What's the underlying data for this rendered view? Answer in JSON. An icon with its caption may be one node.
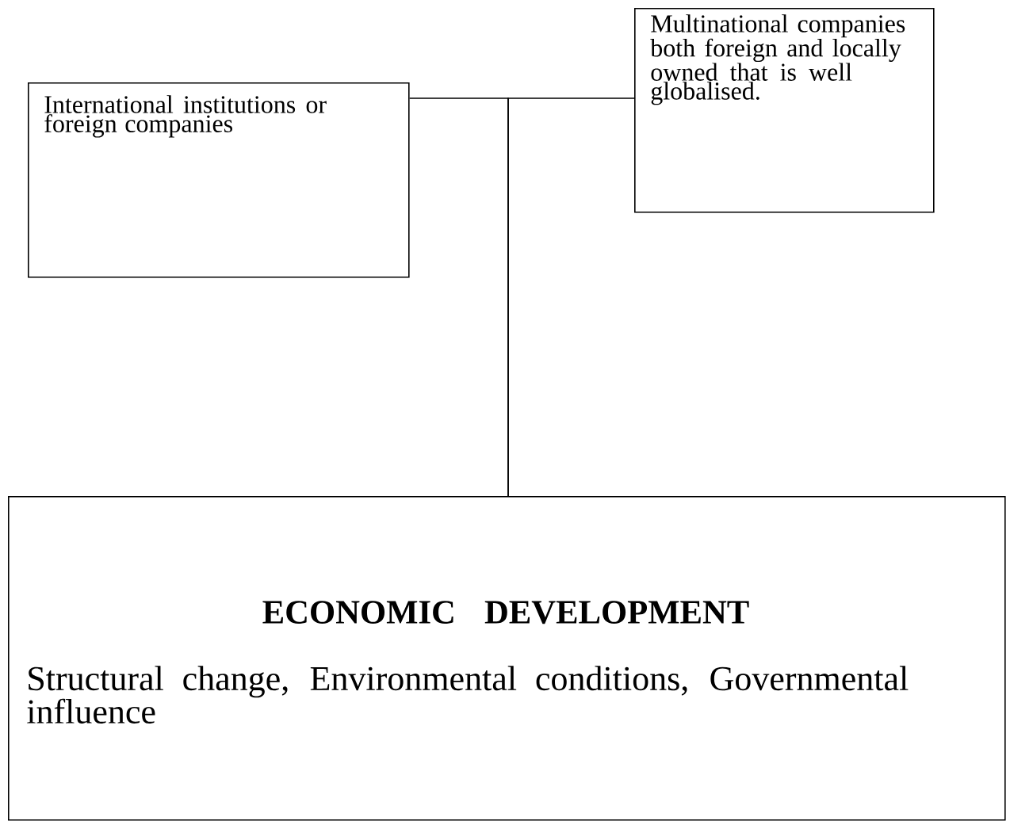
{
  "diagram": {
    "nodes": [
      {
        "text": [
          "International institutions or foreign companies"
        ]
      },
      {
        "text": [
          "Multinational companies both foreign and locally owned that is well globalised."
        ]
      },
      {
        "text": [
          "ECONOMIC DEVELOPMENT",
          "Structural change, Environmental conditions, Governmental influence"
        ]
      }
    ],
    "edges": [
      {
        "from": 0,
        "to": 2,
        "arrow": "none"
      },
      {
        "from": 1,
        "to": 2,
        "arrow": "none"
      }
    ]
  }
}
